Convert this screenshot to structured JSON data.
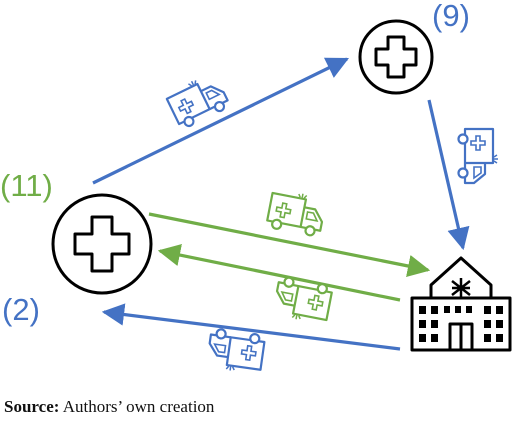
{
  "colors": {
    "blue": "#4472c4",
    "green": "#70ad47",
    "black": "#000000"
  },
  "labels": {
    "top_right_count": "(9)",
    "left_green_count": "(11)",
    "left_blue_count": "(2)"
  },
  "source": {
    "prefix": "Source:",
    "text": " Authors’ own creation"
  },
  "icons": {
    "clinic_left": "medical-cross-circle-icon",
    "clinic_top": "medical-cross-circle-icon",
    "hospital": "hospital-building-icon",
    "vehicle": "ambulance-icon"
  }
}
